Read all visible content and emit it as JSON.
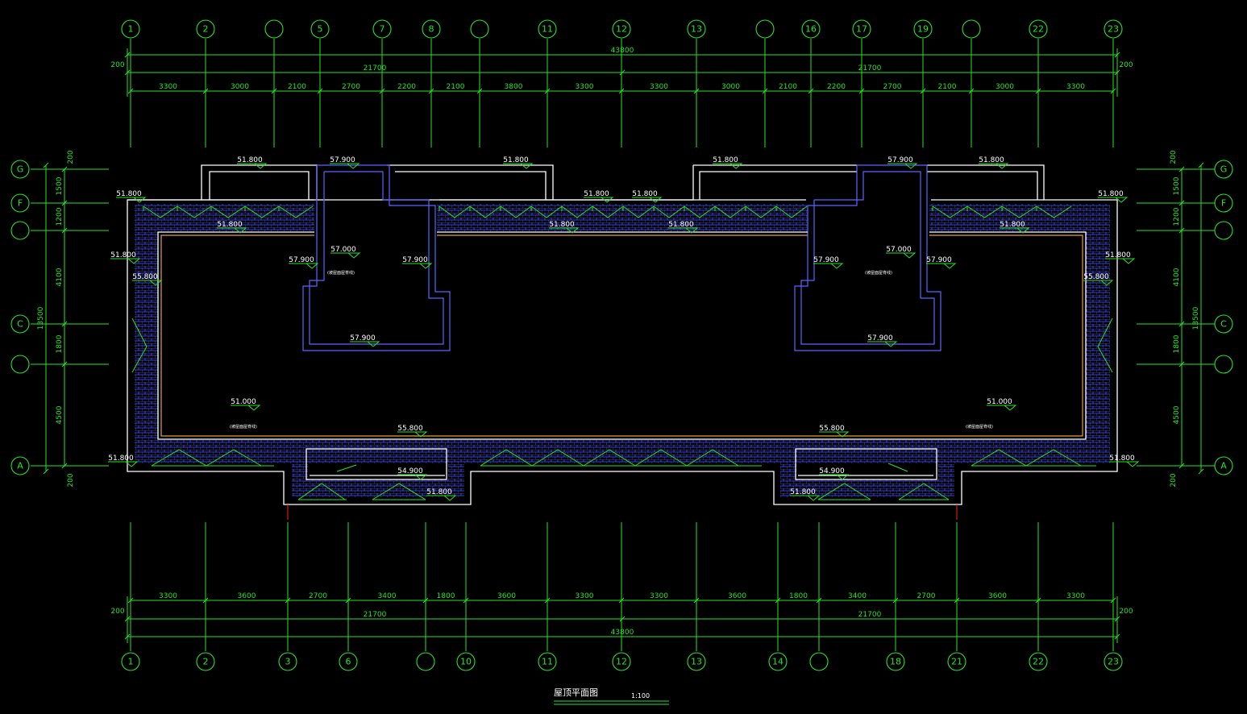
{
  "title": "屋顶平面图",
  "scale": "1:100",
  "top_axes": [
    "1",
    "2",
    "",
    "5",
    "7",
    "8",
    "",
    "11",
    "12",
    "13",
    "",
    "16",
    "17",
    "19",
    "",
    "22",
    "23"
  ],
  "bottom_axes": [
    "1",
    "2",
    "3",
    "6",
    "",
    "10",
    "11",
    "12",
    "13",
    "14",
    "",
    "18",
    "21",
    "22",
    "23"
  ],
  "left_axes": [
    "G",
    "F",
    "",
    "C",
    "",
    "A"
  ],
  "right_axes": [
    "G",
    "F",
    "",
    "C",
    "",
    "A"
  ],
  "top_dims": {
    "overall": "43800",
    "halves": [
      "21700",
      "21700"
    ],
    "edge": "200",
    "bays": [
      "3300",
      "3000",
      "2100",
      "2700",
      "2200",
      "2100",
      "3800",
      "3300",
      "3300",
      "3000",
      "2100",
      "2200",
      "2700",
      "2100",
      "3000",
      "3300"
    ]
  },
  "bottom_dims": {
    "overall": "43800",
    "halves": [
      "21700",
      "21700"
    ],
    "edge": "200",
    "bays": [
      "3300",
      "3600",
      "2700",
      "3400",
      "1800",
      "3600",
      "3300",
      "3300",
      "3600",
      "1800",
      "3400",
      "2700",
      "3600",
      "3300"
    ]
  },
  "side_dims": {
    "overall": "13500",
    "edge": "200",
    "bays": [
      "1500",
      "1200",
      "4100",
      "1800",
      "4500"
    ]
  },
  "elevations": [
    "51.800",
    "57.900",
    "51.800",
    "51.800",
    "57.900",
    "51.800",
    "51.800",
    "51.800",
    "51.800",
    "51.800",
    "51.800",
    "51.800",
    "51.800",
    "51.800",
    "57.000",
    "57.000",
    "57.900",
    "57.900",
    "57.900",
    "57.900",
    "57.900",
    "57.900",
    "51.800",
    "51.800",
    "55.800",
    "55.800",
    "51.000",
    "51.000",
    "55.800",
    "55.800",
    "51.800",
    "51.800",
    "54.900",
    "54.900",
    "51.800",
    "51.800"
  ],
  "notes": [
    "(坡屋面屋脊线)",
    "(坡屋面屋脊线)",
    "(坡屋面屋脊线)",
    "(坡屋面屋脊线)"
  ],
  "colors": {
    "axis": "#27e327",
    "wall": "#ffffff",
    "tile": "#5d63ff",
    "gutter": "#e3a13c",
    "mark": "#ff2020",
    "background": "#000000"
  }
}
